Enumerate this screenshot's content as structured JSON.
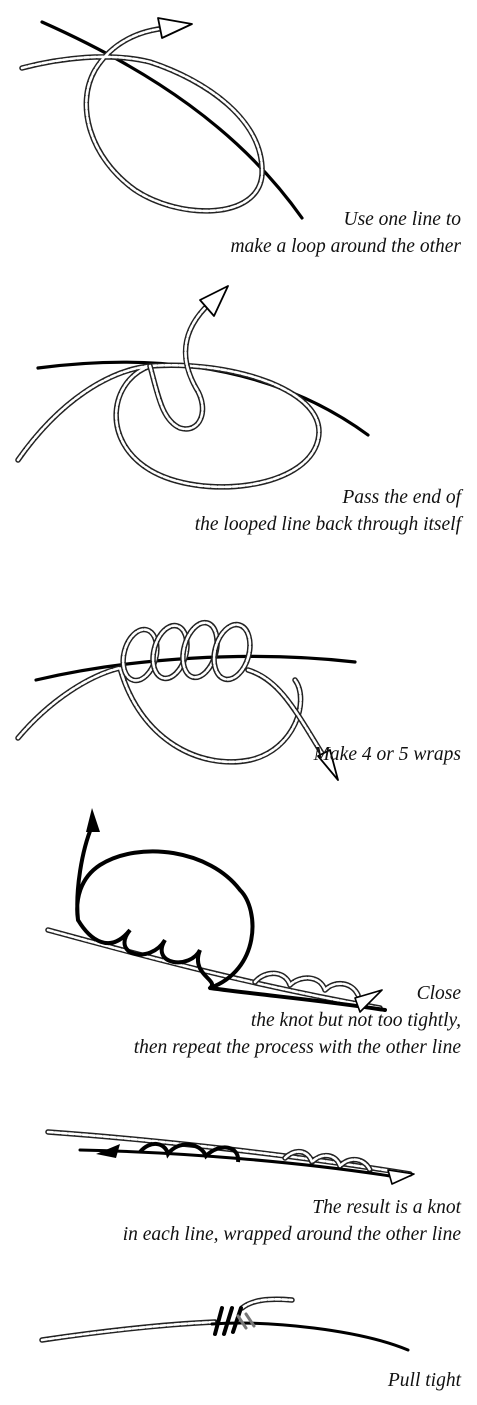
{
  "steps": [
    {
      "caption": [
        "Use one line to",
        "make a loop around the other"
      ]
    },
    {
      "caption": [
        "Pass the end of",
        "the looped line back through itself"
      ]
    },
    {
      "caption": [
        "Make 4 or 5 wraps"
      ]
    },
    {
      "caption": [
        "Close",
        "the knot but not too tightly,",
        "then repeat the process with the other line"
      ]
    },
    {
      "caption": [
        "The result is a knot",
        "in each line, wrapped around the other line"
      ]
    },
    {
      "caption": [
        "Pull tight"
      ]
    }
  ]
}
